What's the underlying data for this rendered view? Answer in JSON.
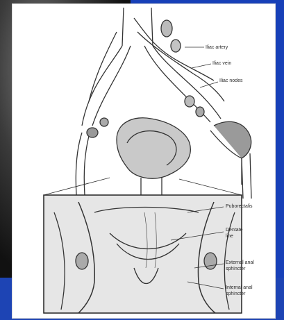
{
  "figure": {
    "labels": {
      "iliac_artery": "Iliac artery",
      "iliac_vein": "Iliac vein",
      "iliac_nodes": "Iliac nodes",
      "puborectalis": "Puborectalis",
      "dentate_line_1": "Dentate",
      "dentate_line_2": "line",
      "external_sphincter_1": "External anal",
      "external_sphincter_2": "sphincter",
      "internal_sphincter_1": "Internal anal",
      "internal_sphincter_2": "sphincter"
    }
  }
}
